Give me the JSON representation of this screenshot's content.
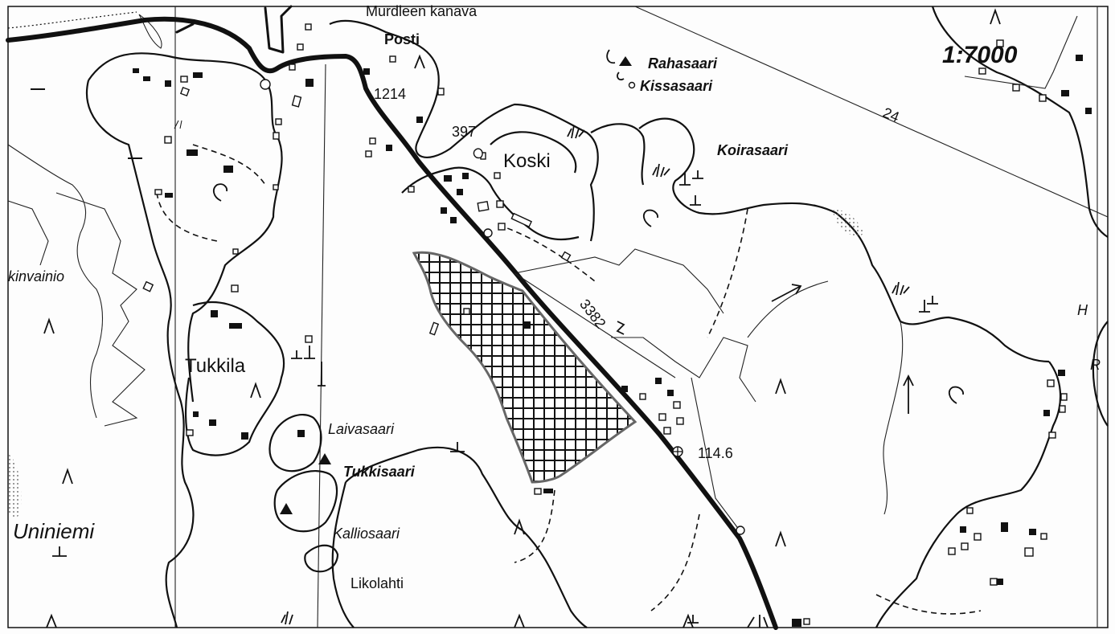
{
  "map": {
    "scale": "1:7000",
    "labels": {
      "canal": "Murdleen kanava",
      "posti": "Posti",
      "rahasaari": "Rahasaari",
      "kissasaari": "Kissasaari",
      "koirasaari": "Koirasaari",
      "koski": "Koski",
      "tukkila": "Tukkila",
      "laivasaari": "Laivasaari",
      "tukkisaari": "Tukkisaari",
      "kalliosaari": "Kalliosaari",
      "likolahti": "Likolahti",
      "uniniemi": "Uniniemi",
      "kinvainio": "kinvainio",
      "edge_h": "H",
      "edge_r": "R"
    },
    "numbers": {
      "road_1214": "1214",
      "road_3382": "3382",
      "height_397": "397",
      "height_1146": "114.6",
      "contour_24": "24"
    },
    "colors": {
      "ink": "#111111",
      "paper": "#fdfdfd",
      "hatch_outline": "#666666"
    }
  }
}
